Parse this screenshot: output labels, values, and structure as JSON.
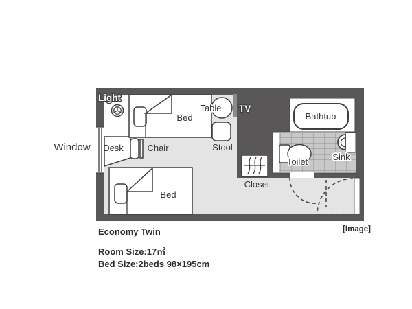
{
  "floor_plan": {
    "title": "Economy Twin",
    "room_size": "Room Size:17㎡",
    "bed_size": "Bed Size:2beds 98×195cm",
    "image_note": "[Image]",
    "labels": {
      "light": "Light",
      "window": "Window",
      "bed_top": "Bed",
      "table": "Table",
      "tv": "TV",
      "bathtub": "Bathtub",
      "desk": "Desk",
      "chair": "Chair",
      "stool": "Stool",
      "closet": "Closet",
      "toilet": "Toilet",
      "sink": "Sink",
      "bed_bottom": "Bed"
    },
    "colors": {
      "wall": "#595757",
      "floor": "#e4e4e4",
      "tile": "#c8c8c8",
      "tile_line": "#8f8f8f",
      "line": "#3f3f3f",
      "tv": "#8a8a8a"
    }
  }
}
